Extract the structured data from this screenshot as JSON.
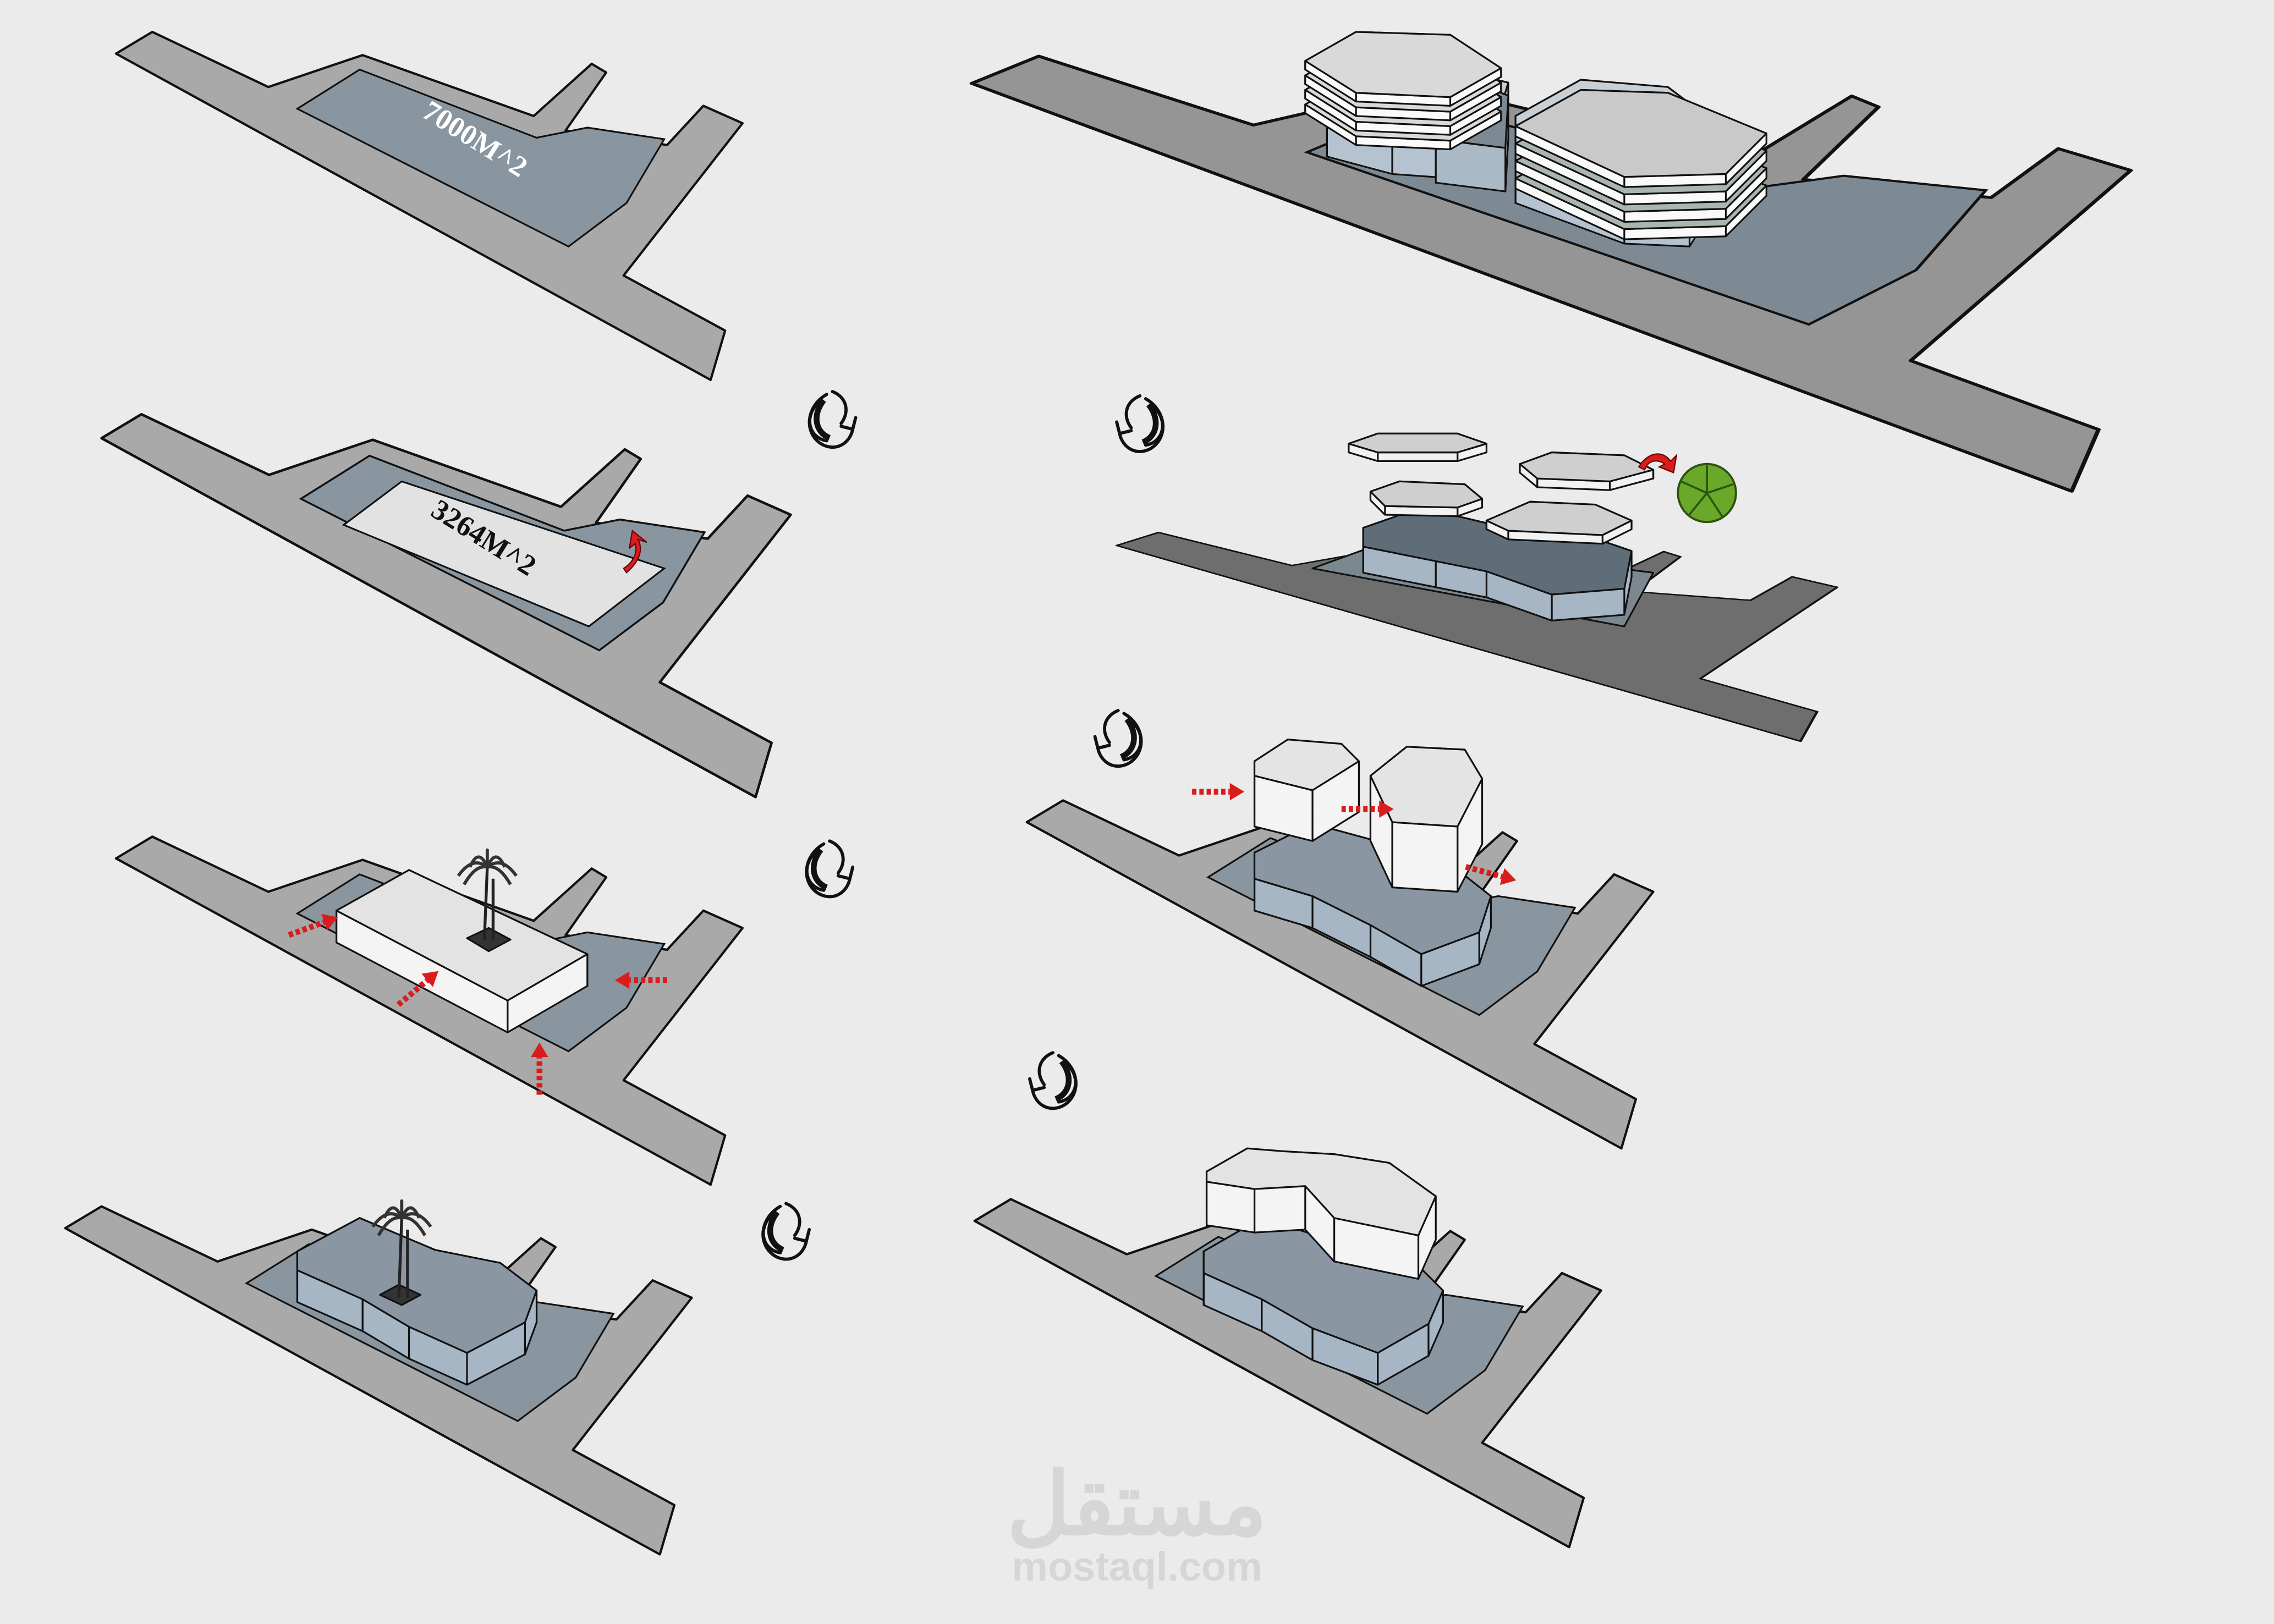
{
  "diagram": {
    "labels": {
      "site_area": "7000M^2",
      "building_footprint": "3264M^2"
    },
    "steps": [
      {
        "name": "site"
      },
      {
        "name": "footprint"
      },
      {
        "name": "subtract-and-cut"
      },
      {
        "name": "shaped-podium"
      },
      {
        "name": "bent-slab"
      },
      {
        "name": "split-volumes"
      },
      {
        "name": "stacked-floors-with-tree"
      },
      {
        "name": "final-massing"
      }
    ],
    "colors": {
      "background": "#ebebeb",
      "road": "#a9a9a9",
      "plot": "#8996a0",
      "arrow": "#d91c1c",
      "tree": "#6aa82a"
    }
  },
  "watermark": {
    "arabic": "مستقل",
    "latin": "mostaql.com"
  }
}
